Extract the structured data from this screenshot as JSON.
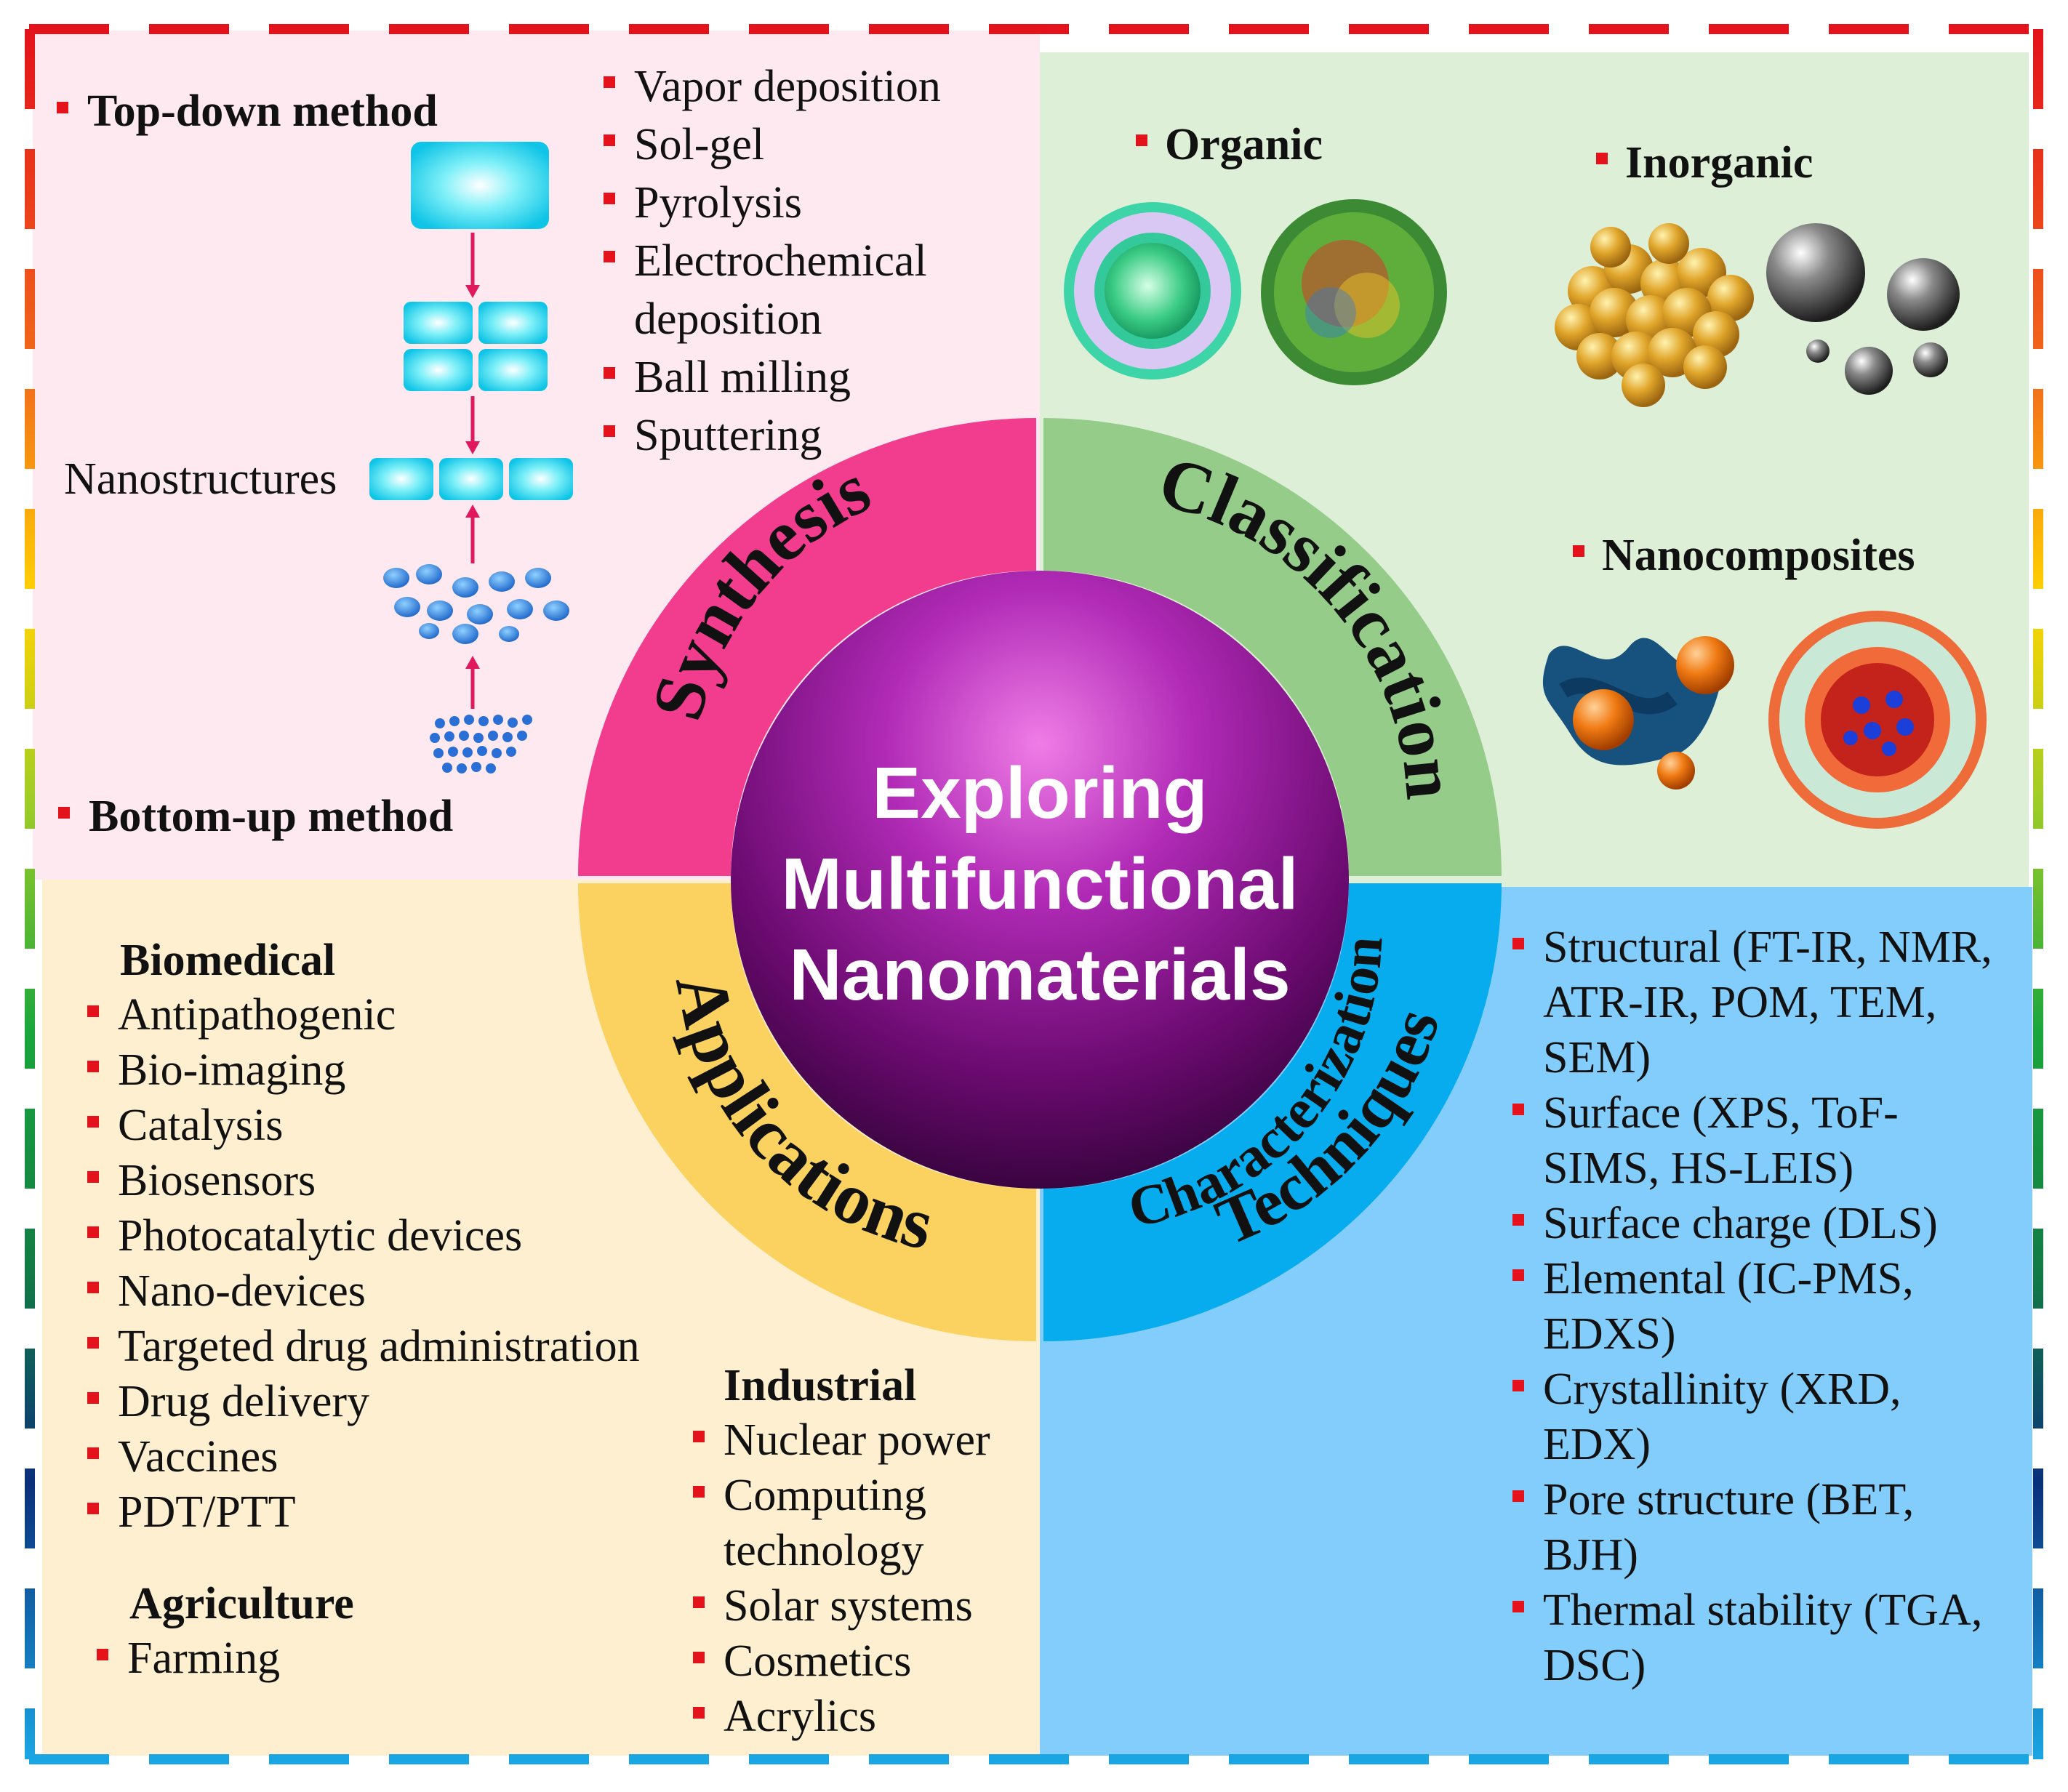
{
  "center": {
    "lines": [
      "Exploring",
      "Multifunctional",
      "Nanomaterials"
    ]
  },
  "ring": {
    "synthesis": "Synthesis",
    "classification": "Classification",
    "applications": "Applications",
    "characterization": "Characterization",
    "techniques": "Techniques"
  },
  "synthesis": {
    "top_down": "Top-down method",
    "bottom_up": "Bottom-up method",
    "nanostructures": "Nanostructures",
    "methods": [
      "Vapor deposition",
      "Sol-gel",
      "Pyrolysis",
      "Electrochemical",
      "deposition",
      "Ball milling",
      "Sputtering"
    ]
  },
  "classification": {
    "organic": "Organic",
    "inorganic": "Inorganic",
    "nanocomposites": "Nanocomposites"
  },
  "applications": {
    "biomedical": {
      "heading": "Biomedical",
      "items": [
        "Antipathogenic",
        "Bio-imaging",
        "Catalysis",
        "Biosensors",
        "Photocatalytic devices",
        "Nano-devices",
        "Targeted drug administration",
        "Drug delivery",
        "Vaccines",
        "PDT/PTT"
      ]
    },
    "agriculture": {
      "heading": "Agriculture",
      "items": [
        "Farming"
      ]
    },
    "industrial": {
      "heading": "Industrial",
      "items": [
        "Nuclear power",
        "Computing",
        "technology",
        "Solar systems",
        "Cosmetics",
        "Acrylics"
      ]
    }
  },
  "characterization": {
    "lines": [
      "Structural (FT-IR, NMR,",
      "ATR-IR, POM, TEM,",
      "SEM)",
      "Surface (XPS, ToF-",
      "SIMS, HS-LEIS)",
      "Surface charge (DLS)",
      "Elemental (IC-PMS,",
      "EDXS)",
      "Crystallinity (XRD,",
      "EDX)",
      "Pore structure (BET,",
      "BJH)",
      "Thermal stability (TGA,",
      "DSC)"
    ]
  },
  "colors": {
    "synthesis_bg": "#fde9ef",
    "classification_bg": "#deefd7",
    "applications_bg": "#fdefcf",
    "characterization_bg": "#82cdfb",
    "synthesis_ring": "#f23c8d",
    "classification_ring": "#96cc8a",
    "applications_ring": "#fbd25f",
    "characterization_ring": "#06aced",
    "bullet": "#e3121b"
  }
}
